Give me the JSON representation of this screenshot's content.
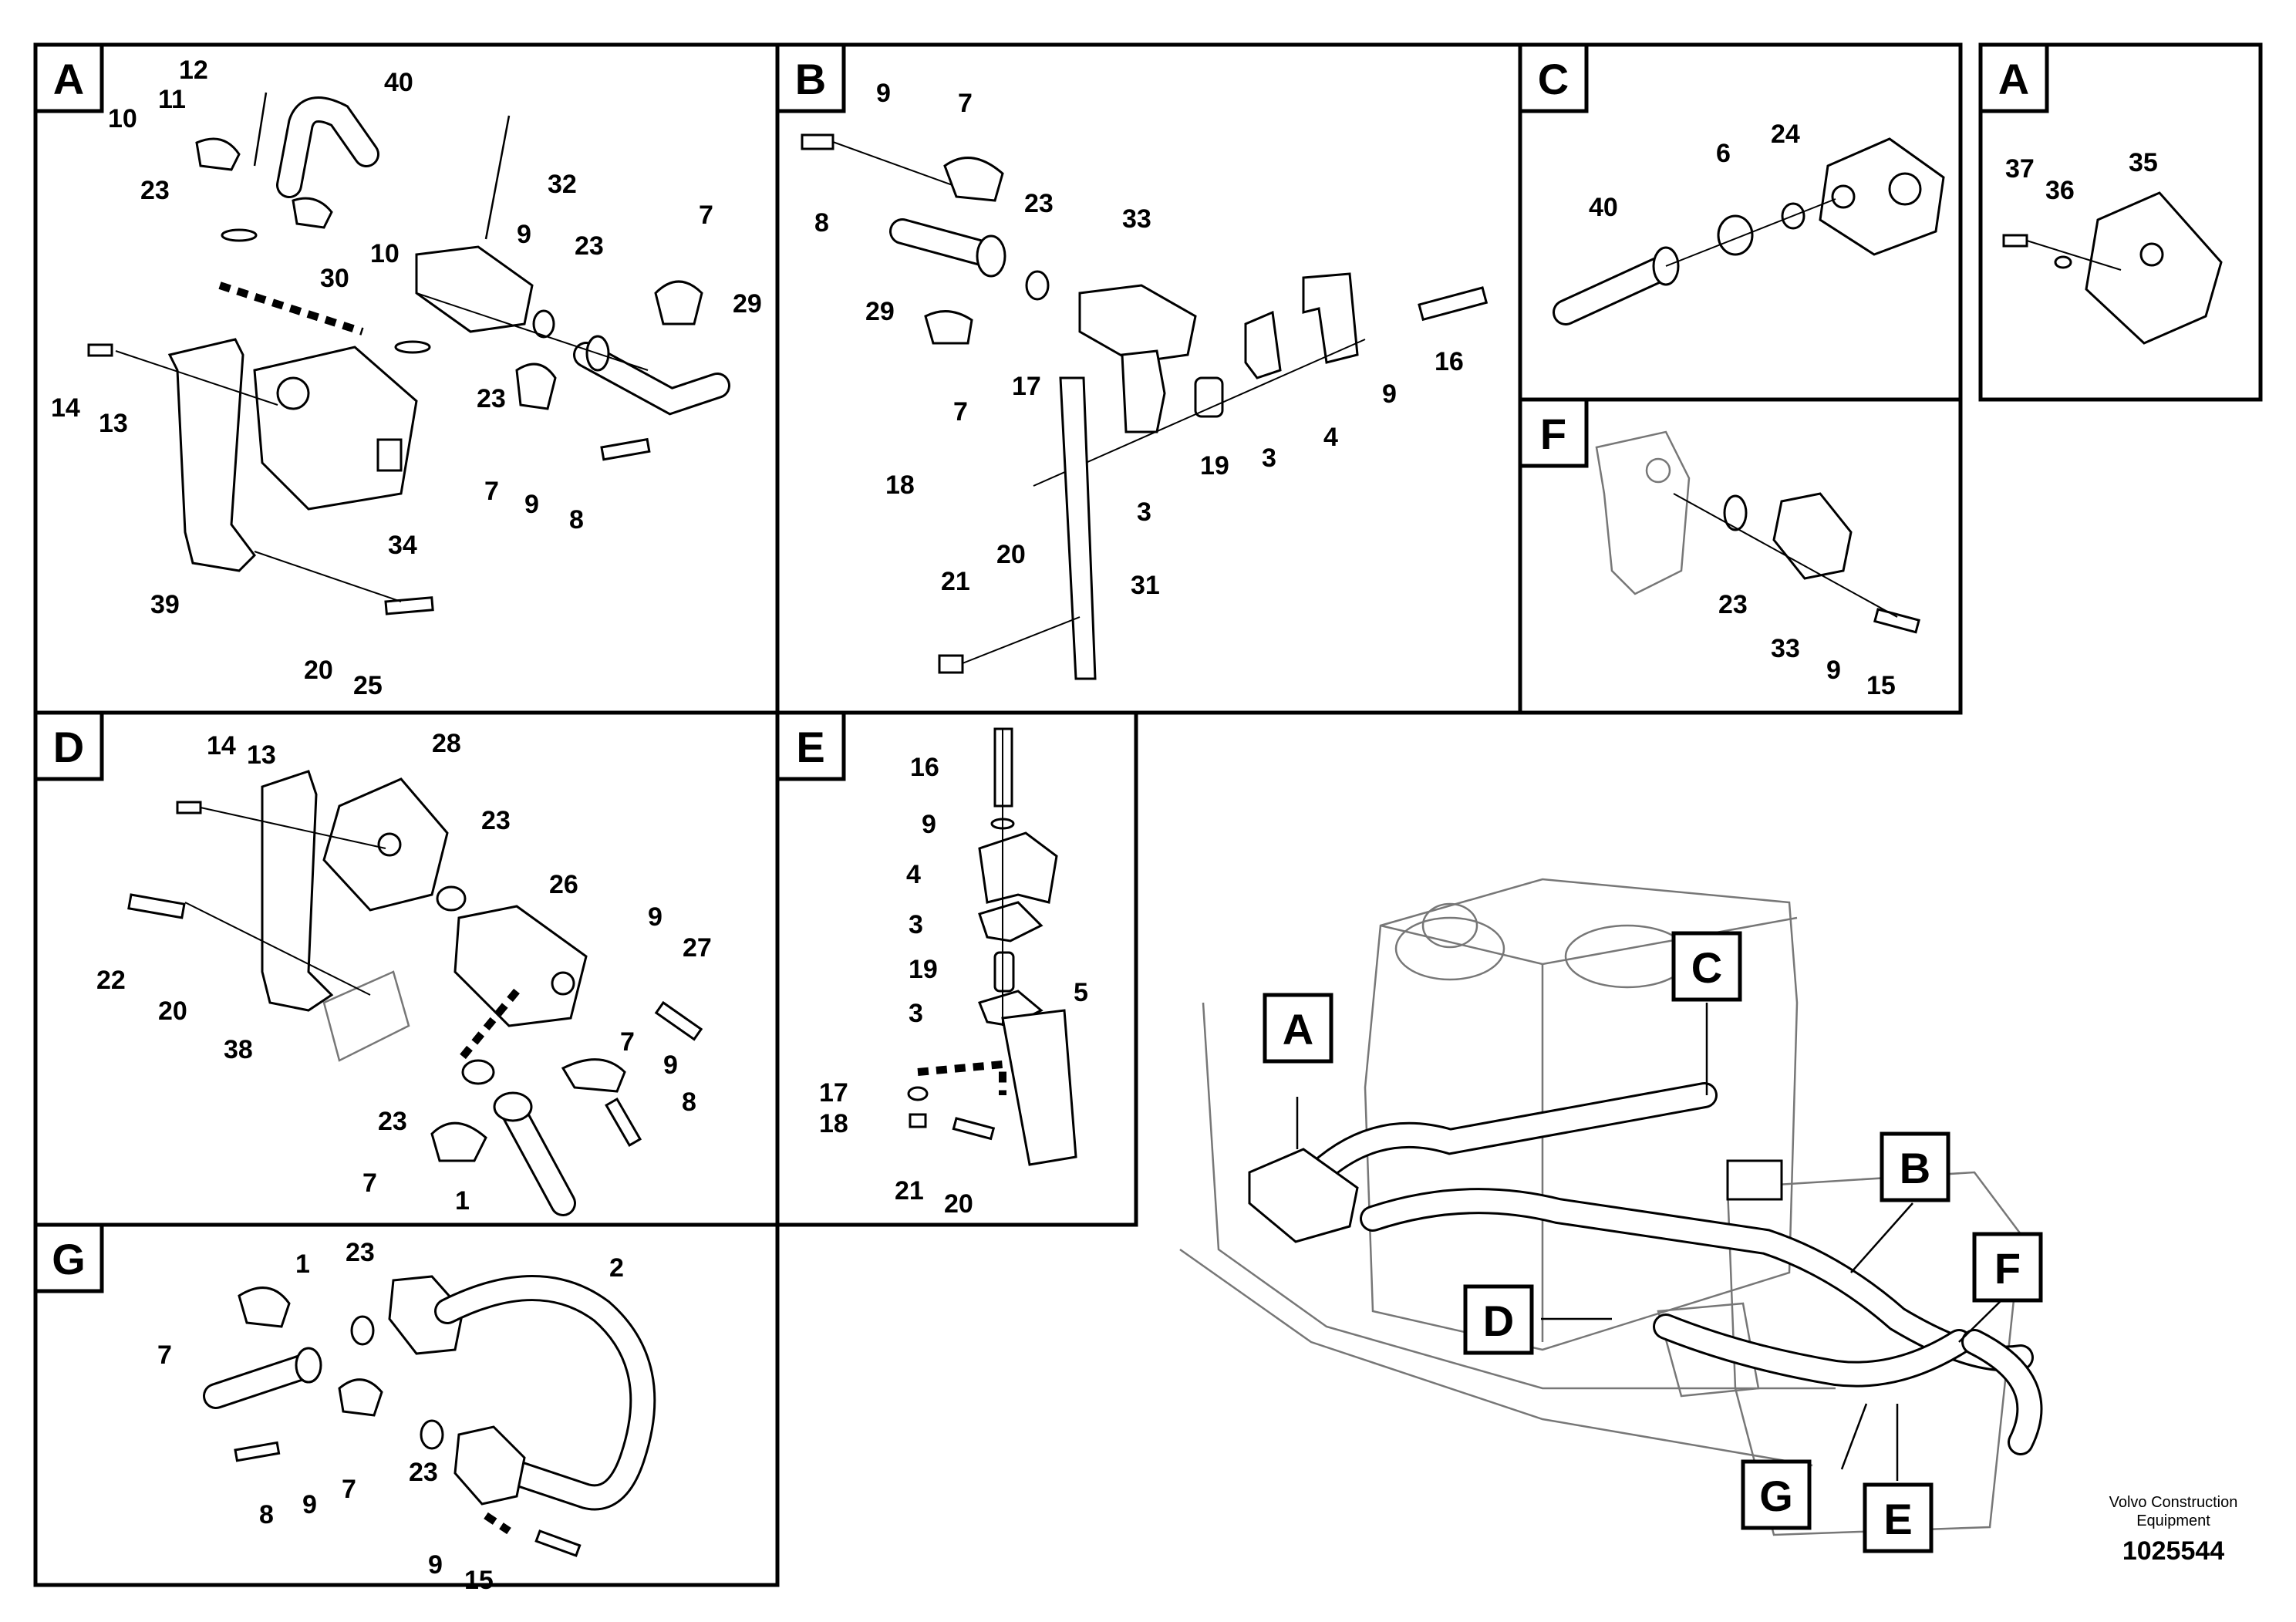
{
  "panels": [
    {
      "id": "A",
      "label": "A",
      "callouts": [
        "12",
        "11",
        "10",
        "40",
        "23",
        "10",
        "32",
        "9",
        "30",
        "23",
        "7",
        "29",
        "14",
        "13",
        "23",
        "34",
        "7",
        "9",
        "8",
        "39",
        "20",
        "25"
      ]
    },
    {
      "id": "B",
      "label": "B",
      "callouts": [
        "9",
        "7",
        "8",
        "23",
        "33",
        "29",
        "7",
        "17",
        "18",
        "3",
        "19",
        "3",
        "4",
        "9",
        "16",
        "31",
        "21",
        "20"
      ]
    },
    {
      "id": "C",
      "label": "C",
      "callouts": [
        "40",
        "6",
        "24"
      ]
    },
    {
      "id": "A2",
      "label": "A",
      "callouts": [
        "37",
        "36",
        "35"
      ]
    },
    {
      "id": "F",
      "label": "F",
      "callouts": [
        "23",
        "33",
        "9",
        "15"
      ]
    },
    {
      "id": "D",
      "label": "D",
      "callouts": [
        "14",
        "13",
        "28",
        "23",
        "26",
        "9",
        "27",
        "22",
        "20",
        "38",
        "7",
        "9",
        "8",
        "23",
        "7",
        "1"
      ]
    },
    {
      "id": "E",
      "label": "E",
      "callouts": [
        "16",
        "9",
        "4",
        "3",
        "19",
        "3",
        "5",
        "17",
        "18",
        "21",
        "20"
      ]
    },
    {
      "id": "G",
      "label": "G",
      "callouts": [
        "7",
        "1",
        "23",
        "2",
        "8",
        "9",
        "7",
        "23",
        "9",
        "15"
      ]
    }
  ],
  "overview_tags": [
    "A",
    "C",
    "B",
    "F",
    "D",
    "G",
    "E"
  ],
  "footer": {
    "company": "Volvo Construction",
    "company_line2": "Equipment",
    "drawing_number": "1025544"
  }
}
